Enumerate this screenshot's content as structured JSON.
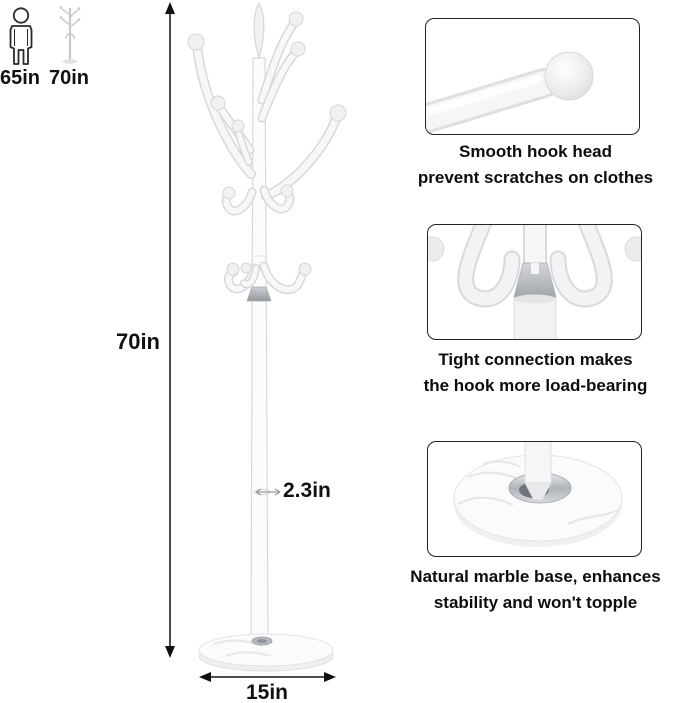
{
  "size_reference": {
    "person_label": "65in",
    "rack_label": "70in"
  },
  "product": {
    "height_label": "70in",
    "pole_diameter_label": "2.3in",
    "base_diameter_label": "15in"
  },
  "features": [
    {
      "id": "hook-head",
      "caption_line1": "Smooth hook head",
      "caption_line2": "prevent scratches on clothes"
    },
    {
      "id": "connection",
      "caption_line1": "Tight connection makes",
      "caption_line2": "the hook more load-bearing"
    },
    {
      "id": "marble-base",
      "caption_line1": "Natural marble base, enhances",
      "caption_line2": "stability and won't topple"
    }
  ],
  "colors": {
    "text": "#111111",
    "arrow": "#111111",
    "panel_border": "#222222",
    "rack_outline": "#d8d8db",
    "rack_fill": "#f7f7f8",
    "chrome": "#9aa0a6",
    "marble": "#fafafb"
  }
}
